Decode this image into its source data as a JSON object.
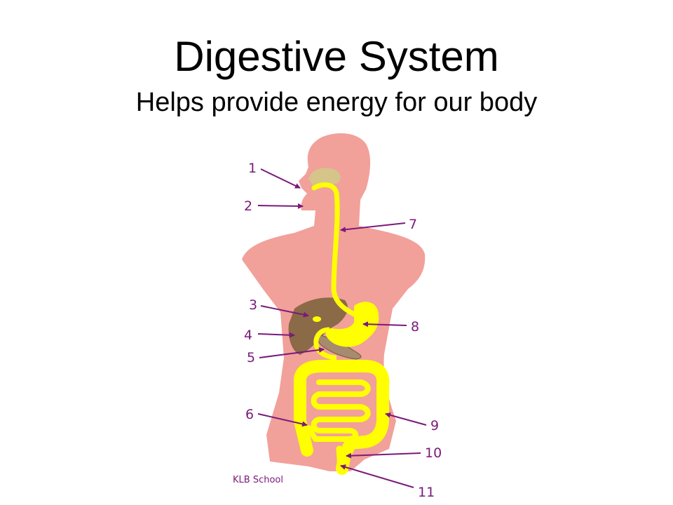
{
  "slide": {
    "title": "Digestive System",
    "subtitle": "Helps provide energy for our body"
  },
  "diagram": {
    "credit": "KLB School",
    "labels": [
      "1",
      "2",
      "3",
      "4",
      "5",
      "6",
      "7",
      "8",
      "9",
      "10",
      "11"
    ],
    "colors": {
      "body": "#f2a09a",
      "tract": "#ffff00",
      "liver": "#8b6a47",
      "pancreas": "#a68b6e",
      "arrow": "#7a1a7a",
      "palate": "#d5c58a"
    }
  }
}
